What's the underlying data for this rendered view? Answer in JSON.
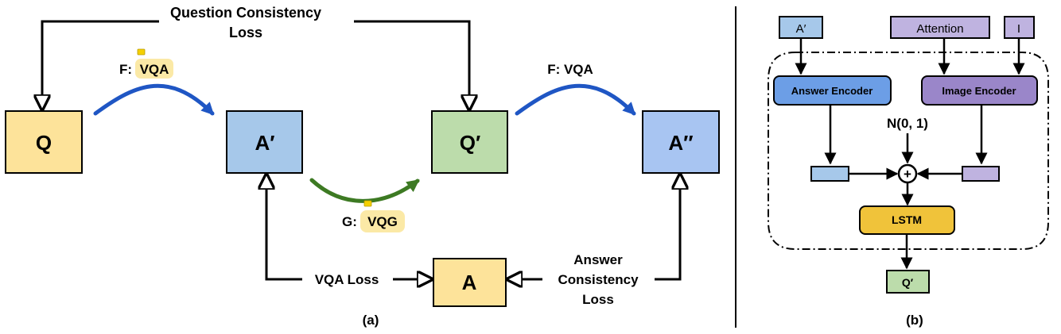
{
  "panel_a": {
    "caption": "(a)",
    "nodes": {
      "q": "Q",
      "a_prime": "A′",
      "q_prime": "Q′",
      "a_double_prime": "A″",
      "a": "A"
    },
    "labels": {
      "question_consistency_loss_line1": "Question Consistency",
      "question_consistency_loss_line2": "Loss",
      "f_vqa_1_prefix": "F:",
      "f_vqa_1_value": "VQA",
      "f_vqa_2": "F: VQA",
      "g_vqg_prefix": "G:",
      "g_vqg_value": "VQG",
      "vqa_loss": "VQA Loss",
      "answer_consistency_loss_line1": "Answer",
      "answer_consistency_loss_line2": "Consistency",
      "answer_consistency_loss_line3": "Loss"
    }
  },
  "panel_b": {
    "caption": "(b)",
    "inputs": {
      "a_prime": "A′",
      "attention": "Attention",
      "i": "I"
    },
    "encoders": {
      "answer_encoder": "Answer Encoder",
      "image_encoder": "Image Encoder"
    },
    "noise": "N(0, 1)",
    "plus": "+",
    "lstm": "LSTM",
    "output": "Q′"
  },
  "colors": {
    "yellow_node": "#fde39a",
    "blue_node": "#a6c8ea",
    "green_node": "#bcdcab",
    "light_blue_node": "#a8c5f2",
    "blue_arrow": "#1f56c4",
    "green_arrow": "#3d7a23",
    "highlight": "#fbe9a6",
    "answer_encoder": "#6c9ee6",
    "image_encoder": "#9a86c9",
    "attention_box": "#bfb3e0",
    "lstm": "#f0c33a"
  }
}
